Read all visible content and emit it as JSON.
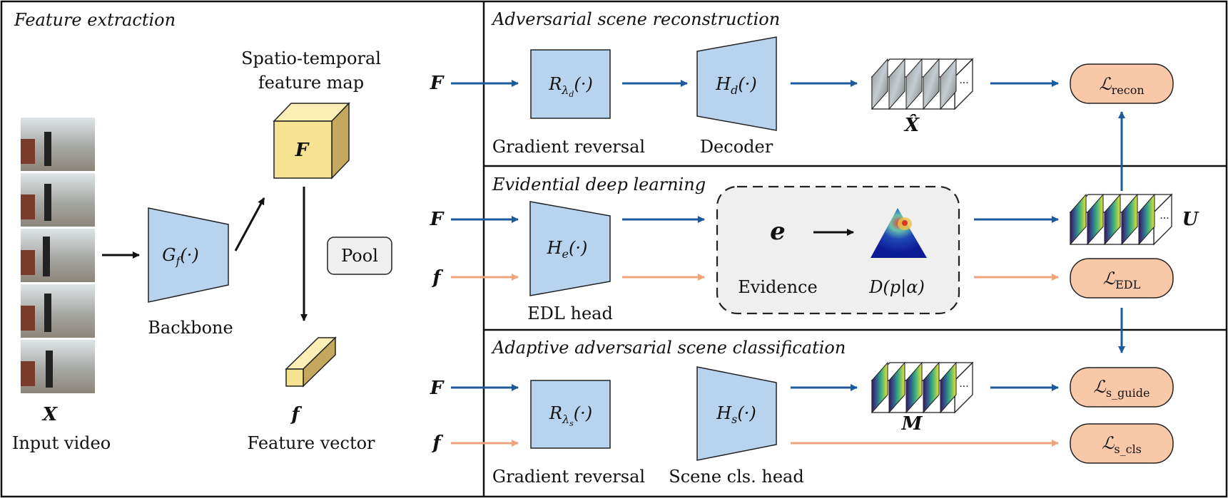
{
  "sections": {
    "feature_extraction": "Feature extraction",
    "recon": "Adversarial scene reconstruction",
    "edl": "Evidential deep learning",
    "cls": "Adaptive adversarial scene classification"
  },
  "left": {
    "input_symbol": "X",
    "input_label": "Input video",
    "backbone_fn": "G",
    "backbone_sub": "f",
    "backbone_arg": "(·)",
    "backbone_label": "Backbone",
    "feature_map_label_1": "Spatio-temporal",
    "feature_map_label_2": "feature map",
    "feature_map_symbol": "F",
    "pool_label": "Pool",
    "vector_symbol": "f",
    "vector_label": "Feature vector"
  },
  "recon": {
    "input_symbol": "F",
    "grl_fn": "R",
    "grl_sub": "λ",
    "grl_subsub": "d",
    "grl_arg": "(·)",
    "grl_label": "Gradient reversal",
    "decoder_fn": "H",
    "decoder_sub": "d",
    "decoder_arg": "(·)",
    "decoder_label": "Decoder",
    "output_symbol": "X̂",
    "loss_main": "ℒ",
    "loss_sub": "recon"
  },
  "edl": {
    "input_symbol_F": "F",
    "input_symbol_f": "f",
    "head_fn": "H",
    "head_sub": "e",
    "head_arg": "(·)",
    "head_label": "EDL head",
    "evidence_symbol": "e",
    "evidence_label": "Evidence",
    "dirichlet_label": "D(p|α)",
    "uncertainty_symbol": "U",
    "loss_main": "ℒ",
    "loss_sub": "EDL"
  },
  "cls": {
    "input_symbol_F": "F",
    "input_symbol_f": "f",
    "grl_fn": "R",
    "grl_sub": "λ",
    "grl_subsub": "s",
    "grl_arg": "(·)",
    "grl_label": "Gradient reversal",
    "head_fn": "H",
    "head_sub": "s",
    "head_arg": "(·)",
    "head_label": "Scene cls. head",
    "mask_symbol": "M",
    "loss_guide_main": "ℒ",
    "loss_guide_sub": "s_guide",
    "loss_cls_main": "ℒ",
    "loss_cls_sub": "s_cls"
  },
  "ellipsis": "···",
  "colors": {
    "blue_arrow": "#1d5a9b",
    "orange_arrow": "#eea57b",
    "module_fill": "#b8d3ee",
    "loss_fill": "#f8c8a9",
    "cube_fill": "#f6e391"
  }
}
